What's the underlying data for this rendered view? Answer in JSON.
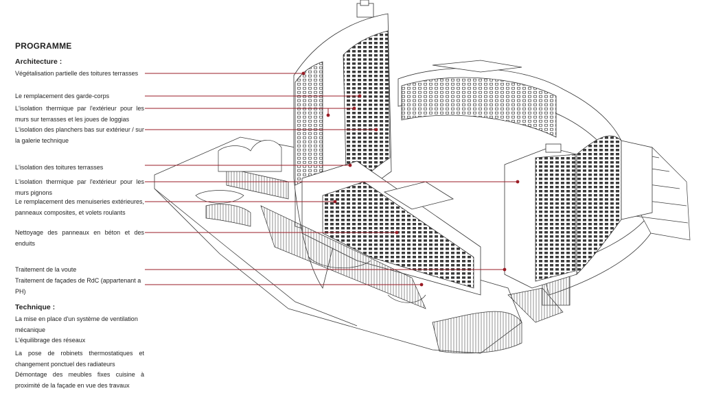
{
  "panel": {
    "title": "PROGRAMME",
    "architecture_heading": "Architecture :",
    "architecture_items": [
      "Végétalisation partielle des toitures terrasses",
      "Le remplacement des garde-corps",
      "L'isolation thermique par l'extérieur pour les murs sur terrasses et les joues de loggias",
      "L'isolation des planchers bas sur extérieur / sur la galerie technique",
      "L'isolation des toitures terrasses",
      "L'isolation thermique par l'extérieur pour les murs pignons",
      "Le remplacement des menuiseries extérieures, panneaux composites, et volets roulants",
      "Nettoyage des panneaux en béton et des enduits",
      "Traitement de la voute",
      "Traitement de façades de RdC (appartenant a PH)"
    ],
    "technique_heading": "Technique :",
    "technique_items": [
      "La mise en place d'un système de ventilation mécanique",
      "L'équilibrage des réseaux",
      "La pose de robinets thermostatiques et changement ponctuel des radiateurs",
      "Démontage des meubles fixes cuisine à proximité de la façade en vue des travaux"
    ]
  },
  "colors": {
    "leader": "#9a1b24",
    "line": "#3a3a3a",
    "text": "#222222"
  }
}
